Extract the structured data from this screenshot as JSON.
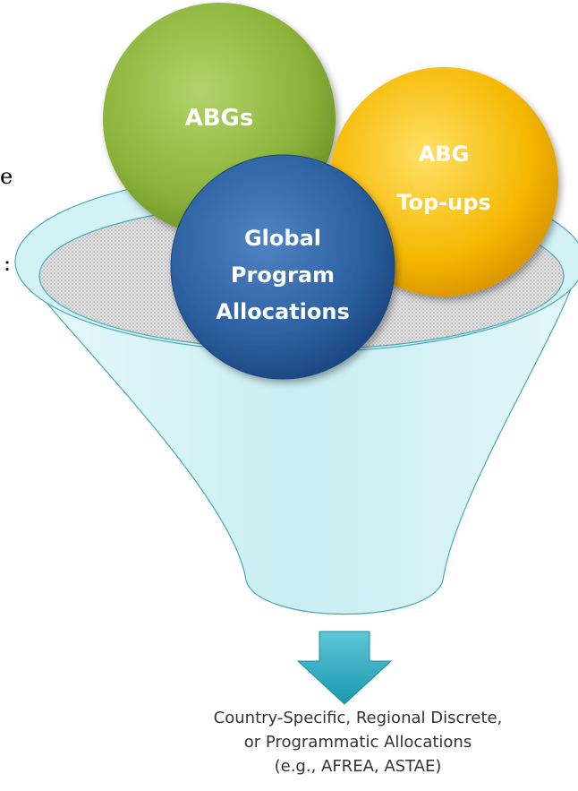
{
  "edge_fragments": {
    "top": "e",
    "bottom": ":"
  },
  "circles": {
    "abgs": {
      "label": "ABGs",
      "color": "#8bb33a"
    },
    "abg_topups": {
      "label_line1": "ABG",
      "label_line2": "Top-ups",
      "color": "#f3b400"
    },
    "global_program": {
      "label_line1": "Global",
      "label_line2": "Program",
      "label_line3": "Allocations",
      "color": "#2a5f9f"
    }
  },
  "funnel": {
    "color": "#ccf1f4",
    "outline": "#4aa8b6"
  },
  "arrow": {
    "color": "#28a9bf"
  },
  "caption": {
    "line1": "Country-Specific, Regional Discrete,",
    "line2": "or Programmatic Allocations",
    "line3": "(e.g., AFREA, ASTAE)"
  }
}
